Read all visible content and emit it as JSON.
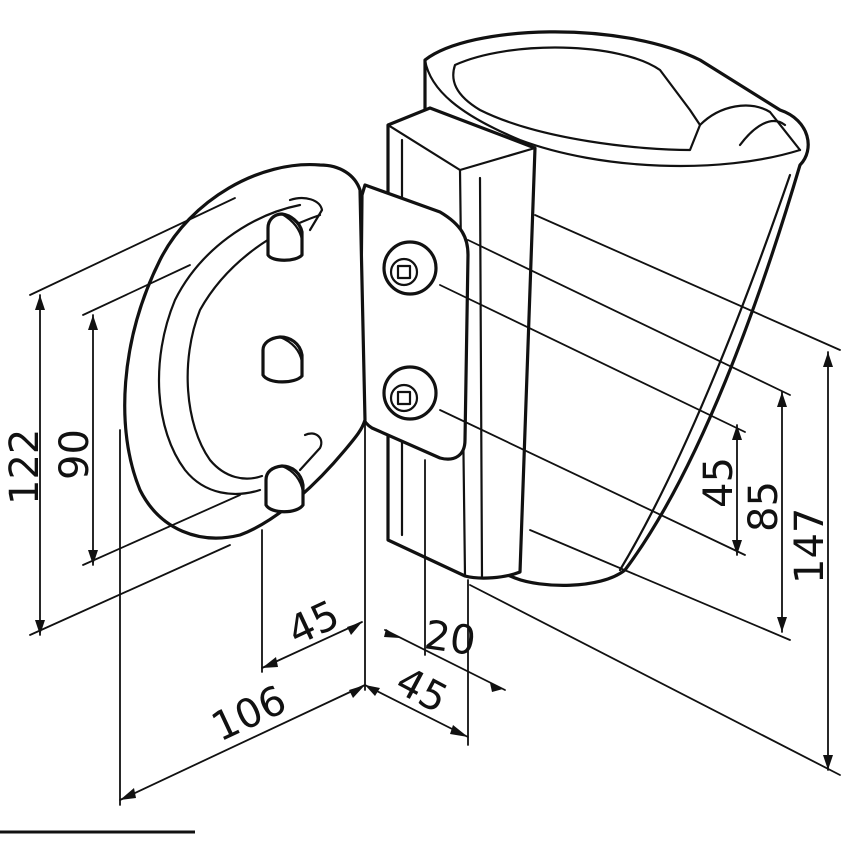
{
  "dimensions": [
    {
      "id": "dim-122",
      "text": "122"
    },
    {
      "id": "dim-90",
      "text": "90"
    },
    {
      "id": "dim-45-bottom",
      "text": "45"
    },
    {
      "id": "dim-106",
      "text": "106"
    },
    {
      "id": "dim-20",
      "text": "20"
    },
    {
      "id": "dim-45-depth",
      "text": "45"
    },
    {
      "id": "dim-45-right",
      "text": "45"
    },
    {
      "id": "dim-85",
      "text": "85"
    },
    {
      "id": "dim-147",
      "text": "147"
    }
  ]
}
